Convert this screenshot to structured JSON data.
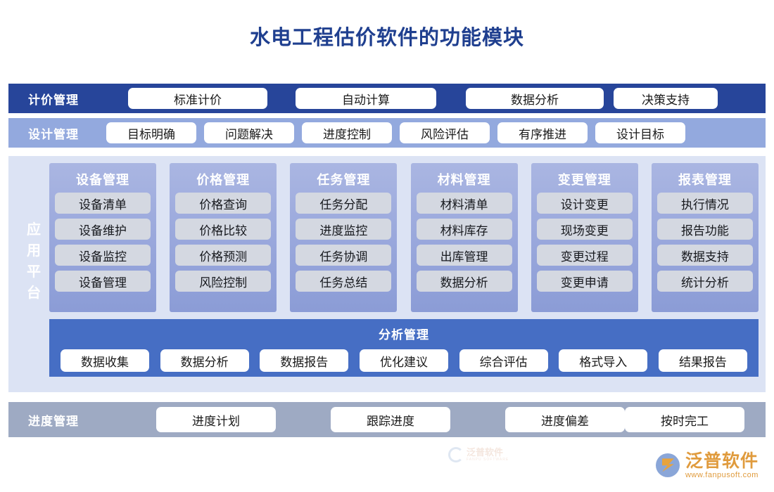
{
  "title": "水电工程估价软件的功能模块",
  "accent_colors": {
    "title_blue": "#1f3f8f",
    "pricing_band": "#27459a",
    "design_band": "#93a9de",
    "platform_bg": "#dce3f4",
    "column_card": "#9aa8dc",
    "column_item": "#d4d8e1",
    "analysis_band": "#466ec4",
    "progress_band": "#9eaac3",
    "brand_orange": "#e09b3d"
  },
  "rows": {
    "pricing": {
      "label": "计价管理",
      "items": [
        "标准计价",
        "自动计算",
        "数据分析",
        "决策支持"
      ]
    },
    "design": {
      "label": "设计管理",
      "items": [
        "目标明确",
        "问题解决",
        "进度控制",
        "风险评估",
        "有序推进",
        "设计目标"
      ]
    },
    "progress": {
      "label": "进度管理",
      "items": [
        "进度计划",
        "跟踪进度",
        "进度偏差",
        "按时完工"
      ]
    }
  },
  "platform": {
    "label": "应用平台",
    "columns": [
      {
        "title": "设备管理",
        "items": [
          "设备清单",
          "设备维护",
          "设备监控",
          "设备管理"
        ]
      },
      {
        "title": "价格管理",
        "items": [
          "价格查询",
          "价格比较",
          "价格预测",
          "风险控制"
        ]
      },
      {
        "title": "任务管理",
        "items": [
          "任务分配",
          "进度监控",
          "任务协调",
          "任务总结"
        ]
      },
      {
        "title": "材料管理",
        "items": [
          "材料清单",
          "材料库存",
          "出库管理",
          "数据分析"
        ]
      },
      {
        "title": "变更管理",
        "items": [
          "设计变更",
          "现场变更",
          "变更过程",
          "变更申请"
        ]
      },
      {
        "title": "报表管理",
        "items": [
          "执行情况",
          "报告功能",
          "数据支持",
          "统计分析"
        ]
      }
    ],
    "analysis": {
      "title": "分析管理",
      "items": [
        "数据收集",
        "数据分析",
        "数据报告",
        "优化建议",
        "综合评估",
        "格式导入",
        "结果报告"
      ]
    },
    "watermark": {
      "text": "泛普软件",
      "sub": "FANPU SOFTWARE"
    }
  },
  "brand": {
    "name": "泛普软件",
    "url": "www.fanpusoft.com"
  }
}
